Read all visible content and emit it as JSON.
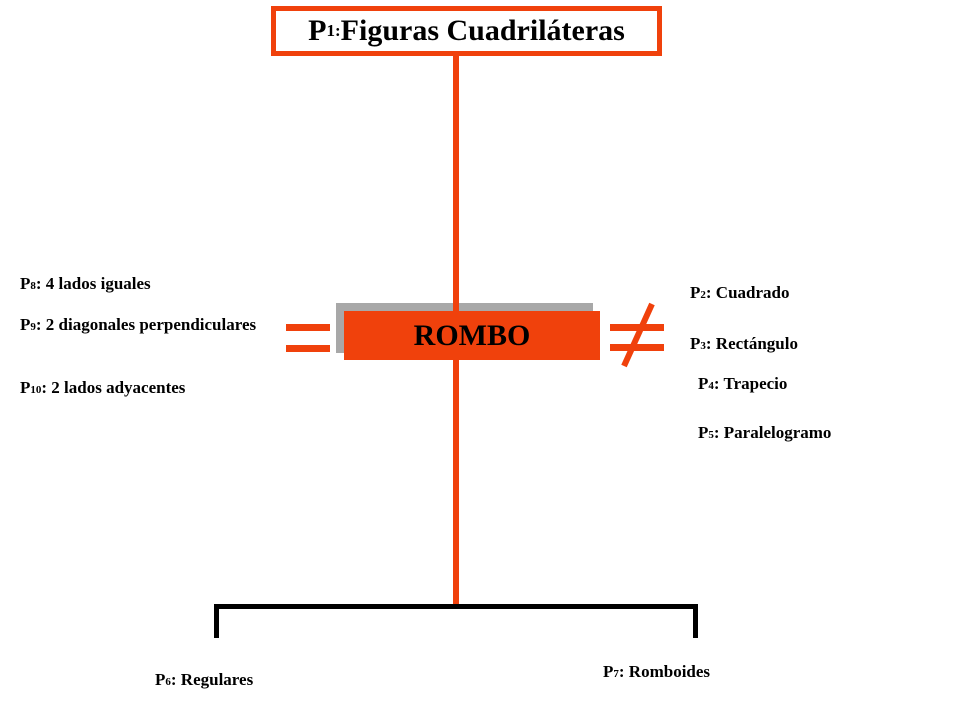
{
  "title": {
    "prefix": "P",
    "sub": "1:",
    "text": "Figuras Cuadriláteras"
  },
  "center": {
    "label": "ROMBO"
  },
  "symbols": {
    "equal": "=",
    "not_equal": "≠"
  },
  "left_items": [
    {
      "prefix": "P",
      "sub": "8",
      "text": ": 4 lados iguales"
    },
    {
      "prefix": "P",
      "sub": "9",
      "text": ": 2 diagonales perpendiculares"
    },
    {
      "prefix": "P",
      "sub": "10",
      "text": ": 2 lados adyacentes"
    }
  ],
  "right_items": [
    {
      "prefix": "P",
      "sub": "2",
      "text": ": Cuadrado"
    },
    {
      "prefix": "P",
      "sub": "3",
      "text": ": Rectángulo"
    },
    {
      "prefix": "P",
      "sub": "4",
      "text": ": Trapecio"
    },
    {
      "prefix": "P",
      "sub": "5",
      "text": ": Paralelogramo"
    }
  ],
  "bottom_items": [
    {
      "prefix": "P",
      "sub": "6",
      "text": ": Regulares"
    },
    {
      "prefix": "P",
      "sub": "7",
      "text": ": Romboides"
    }
  ],
  "colors": {
    "accent": "#f0410c",
    "shadow": "#a8a8a8",
    "text": "#000000"
  }
}
